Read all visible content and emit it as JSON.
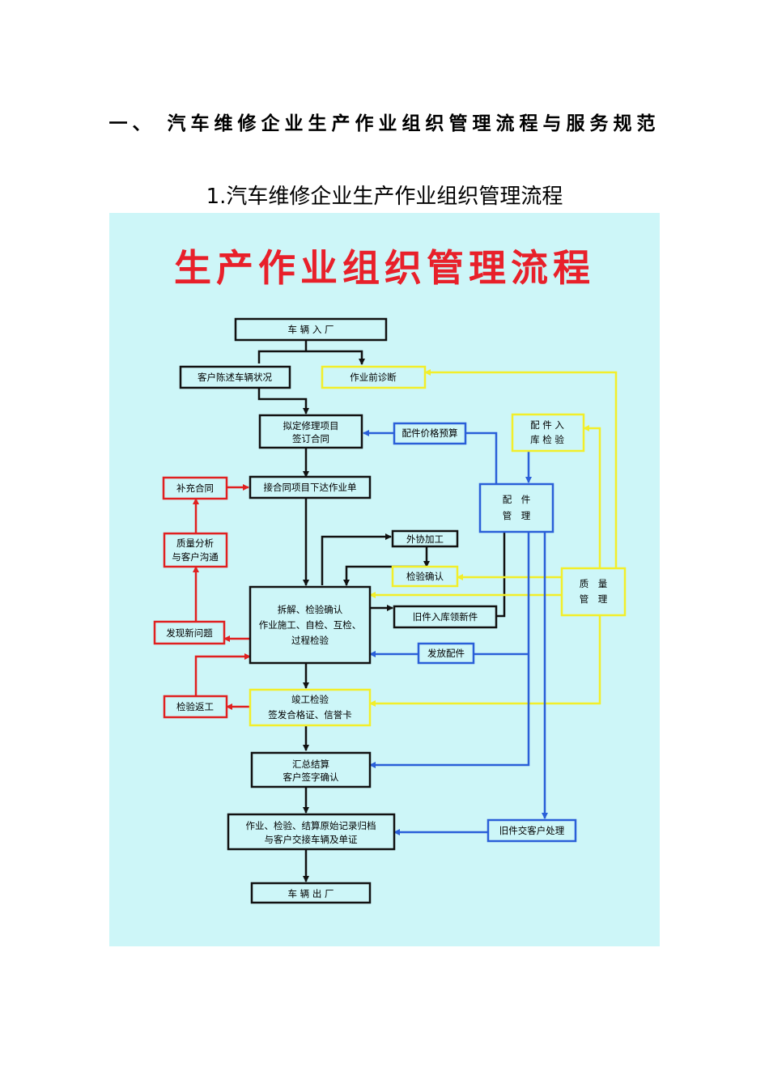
{
  "page": {
    "section_heading": "一、 汽车维修企业生产作业组织管理流程与服务规范",
    "sub_heading": "1.汽车维修企业生产作业组织管理流程"
  },
  "diagram": {
    "title": "生产作业组织管理流程",
    "colors": {
      "background": "#cdf6f8",
      "black": "#111111",
      "red": "#e02020",
      "yellow": "#f2ee2a",
      "blue": "#2a5fd8"
    },
    "nodes": {
      "vehicle_in": "车 辆 入 厂",
      "customer_describe": "客户陈述车辆状况",
      "pre_diagnosis": "作业前诊断",
      "draft_contract_1": "拟定修理项目",
      "draft_contract_2": "签订合同",
      "parts_price": "配件价格预算",
      "parts_inbound_1": "配 件 入",
      "parts_inbound_2": "库 检 验",
      "parts_manage_1": "配　件",
      "parts_manage_2": "管　理",
      "supplement_contract": "补充合同",
      "work_order": "接合同项目下达作业单",
      "quality_analysis_1": "质量分析",
      "quality_analysis_2": "与客户沟通",
      "outsourcing": "外协加工",
      "inspection_confirm": "检验确认",
      "quality_manage_1": "质　量",
      "quality_manage_2": "管　理",
      "disassembly_1": "拆解、检验确认",
      "disassembly_2": "作业施工、自检、互检、",
      "disassembly_3": "过程检验",
      "new_problem": "发现新问题",
      "old_parts_inbound": "旧件入库领新件",
      "issue_parts": "发放配件",
      "rework": "检验返工",
      "completion_1": "竣工检验",
      "completion_2": "签发合格证、信誉卡",
      "settlement_1": "汇总结算",
      "settlement_2": "客户签字确认",
      "archive_1": "作业、检验、结算原始记录归档",
      "archive_2": "与客户交接车辆及单证",
      "old_parts_customer": "旧件交客户处理",
      "vehicle_out": "车 辆 出 厂"
    }
  }
}
